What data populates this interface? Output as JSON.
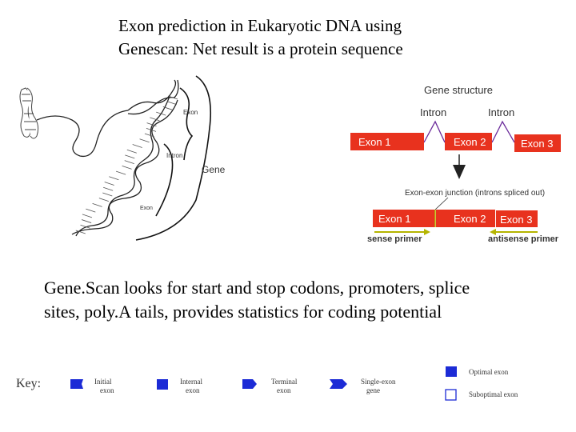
{
  "title": {
    "line1": "Exon prediction in Eukaryotic DNA using",
    "line2": "Genescan: Net result is a protein sequence"
  },
  "dna_figure": {
    "exon_label": "Exon",
    "intron_label": "Intron",
    "gene_label": "Gene",
    "exon2_label": "Exon"
  },
  "gene_structure": {
    "heading": "Gene structure",
    "intron_left": "Intron",
    "intron_right": "Intron",
    "exon1": "Exon 1",
    "exon2": "Exon 2",
    "exon3": "Exon 3",
    "junction_label": "Exon-exon junction (introns spliced out)",
    "spliced_exon1": "Exon 1",
    "spliced_exon2": "Exon 2",
    "spliced_exon3": "Exon 3",
    "sense_primer": "sense primer",
    "antisense_primer": "antisense primer",
    "exon_color": "#e8321e",
    "primer_color": "#b5b500"
  },
  "body": {
    "line1": "Gene.Scan looks for start and stop codons, promoters, splice",
    "line2": "sites, poly.A tails, provides statistics for coding potential"
  },
  "key": {
    "label": "Key:",
    "initial": [
      "Initial",
      "exon"
    ],
    "internal": [
      "Internal",
      "exon"
    ],
    "terminal": [
      "Terminal",
      "exon"
    ],
    "single": [
      "Single-exon",
      "gene"
    ],
    "optimal": "Optimal exon",
    "suboptimal": "Suboptimal exon",
    "shape_color": "#1c2bd6"
  }
}
